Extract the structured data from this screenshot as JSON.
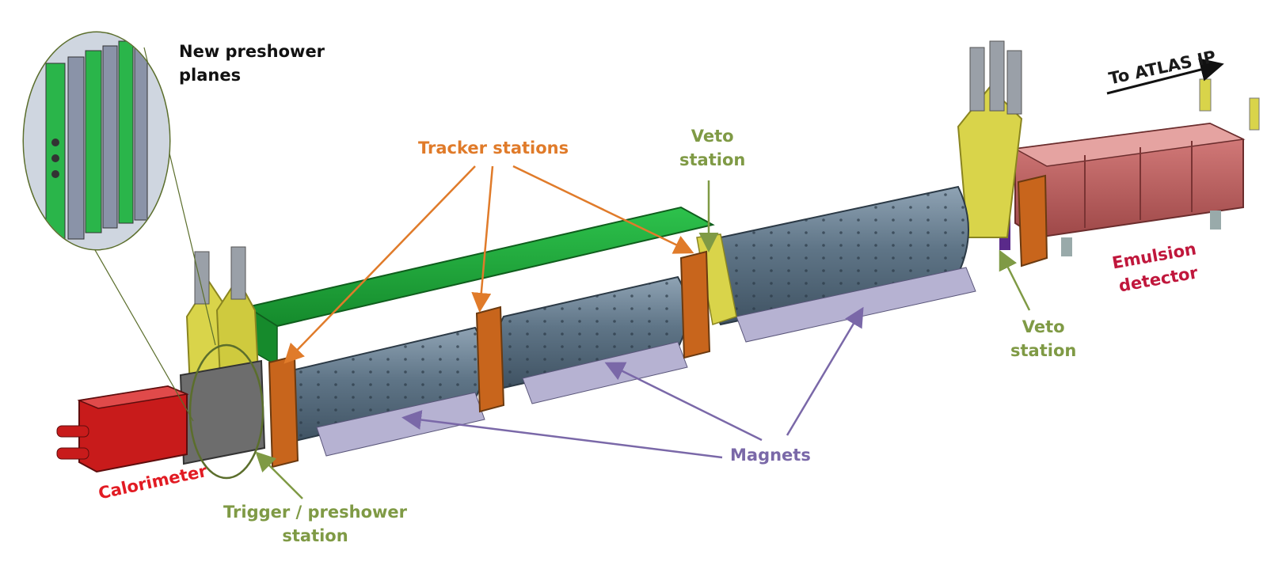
{
  "labels": {
    "new_preshower": [
      "New preshower",
      "planes"
    ],
    "tracker": "Tracker stations",
    "veto_mid": [
      "Veto",
      "station"
    ],
    "veto_right": [
      "Veto",
      "station"
    ],
    "magnets": "Magnets",
    "trigger": [
      "Trigger / preshower",
      "station"
    ],
    "calorimeter": "Calorimeter",
    "emulsion": [
      "Emulsion",
      "detector"
    ],
    "atlas": "To ATLAS IP"
  },
  "colors": {
    "tracker": "#e07b2a",
    "veto": "#7f9a45",
    "magnets": "#7a68a8",
    "calorimeter": "#e21b23",
    "emulsion": "#c0173c",
    "atlas": "#1a1a1a",
    "new_preshower": "#111111"
  }
}
